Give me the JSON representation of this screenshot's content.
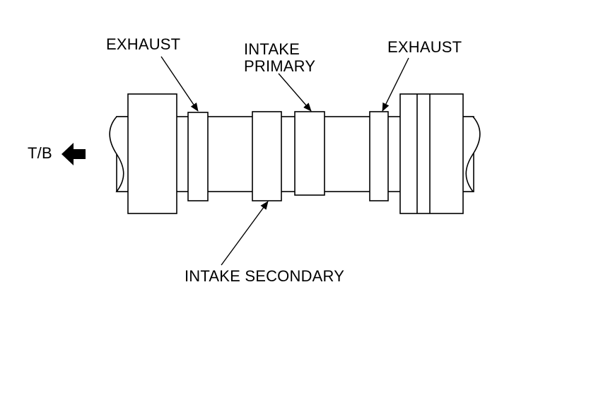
{
  "labels": {
    "exhaust_left": "EXHAUST",
    "intake_primary_line1": "INTAKE",
    "intake_primary_line2": "PRIMARY",
    "exhaust_right": "EXHAUST",
    "intake_secondary": "INTAKE SECONDARY",
    "tb": "T/B"
  },
  "colors": {
    "stroke": "#000000",
    "fill": "#ffffff",
    "arrow": "#000000"
  }
}
